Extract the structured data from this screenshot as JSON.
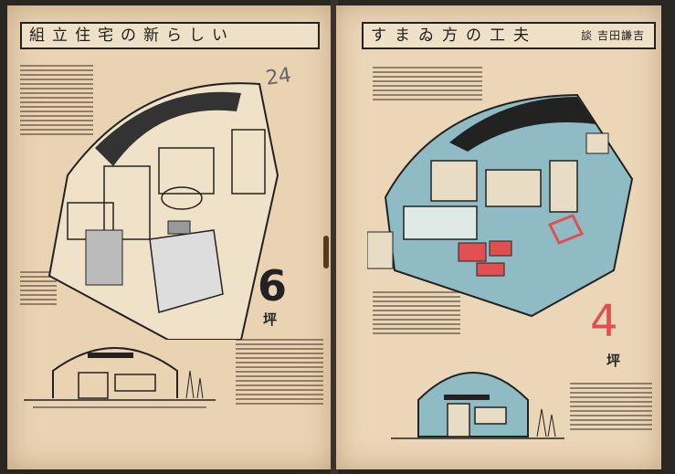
{
  "left_page": {
    "title": "組立住宅の新らしい",
    "handwritten_number": "24",
    "size_number": "6",
    "size_unit": "坪"
  },
  "right_page": {
    "title": "すまゐ方の工夫",
    "author": "談 吉田謙吉",
    "size_number": "4",
    "size_unit": "坪"
  },
  "colors": {
    "paper": "#e9d3b3",
    "ink": "#222222",
    "blue_wash": "#8fbcc4",
    "red_accent": "#e05050"
  }
}
